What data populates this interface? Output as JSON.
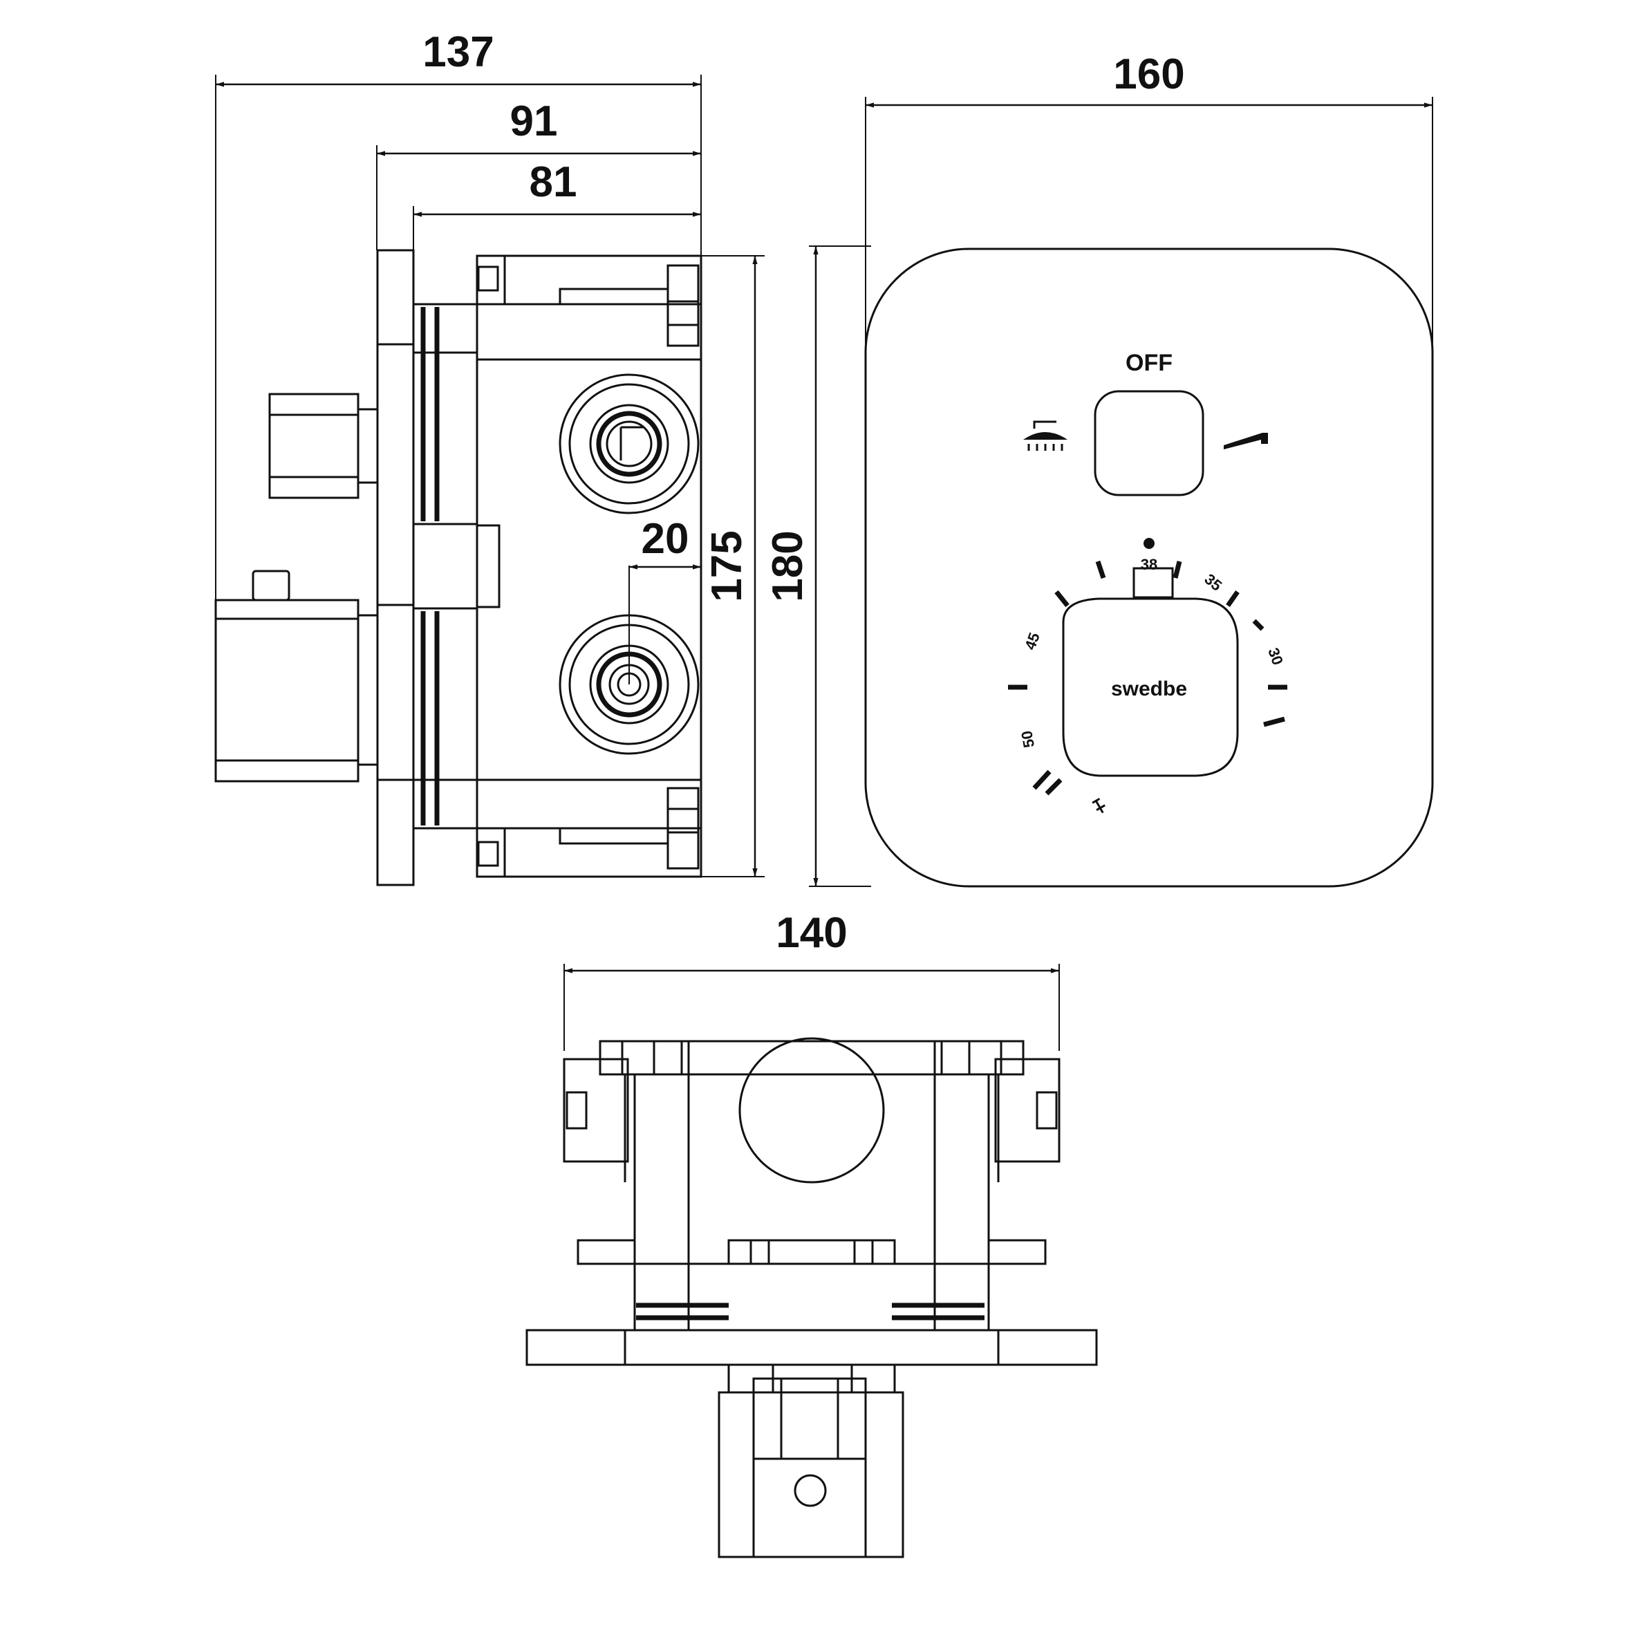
{
  "dimensions": {
    "side_overall_depth": "137",
    "side_depth_91": "91",
    "side_depth_81": "81",
    "outlet_offset": "20",
    "box_height": "175",
    "plate_height": "180",
    "plate_width": "160",
    "box_width": "140"
  },
  "front_plate": {
    "off_label": "OFF",
    "brand": "swedbe",
    "left_outlet_icon": "shower-head-icon",
    "right_outlet_icon": "spout-icon",
    "temperature_scale": [
      "38",
      "35",
      "30",
      "45",
      "50"
    ],
    "cold_marker": "cold-mark-icon"
  }
}
